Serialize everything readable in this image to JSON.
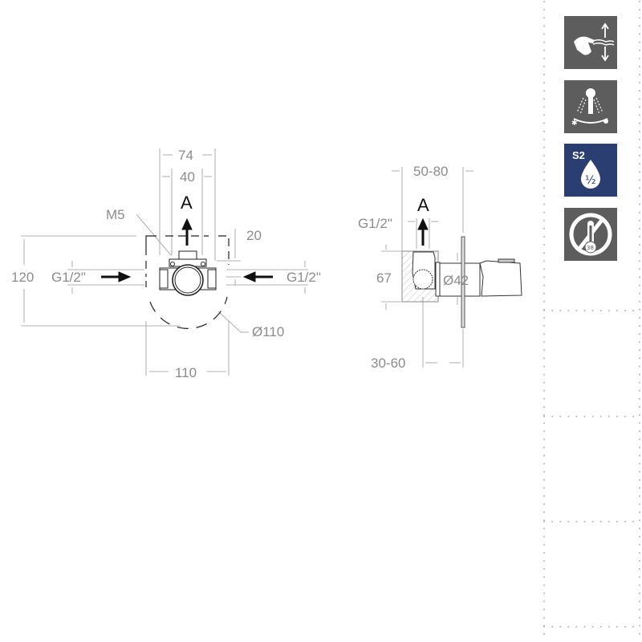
{
  "front_view": {
    "dim_width_outer": "74",
    "dim_width_inner": "40",
    "outlet_label": "A",
    "screw_label": "M5",
    "dim_top_offset": "20",
    "dim_height": "120",
    "inlet_left_label": "G1/2\"",
    "inlet_right_label": "G1/2\"",
    "dim_diameter": "Ø110",
    "dim_box_width": "110"
  },
  "side_view": {
    "dim_depth_range": "50-80",
    "outlet_label": "A",
    "outlet_thread": "G1/2\"",
    "dim_height": "67",
    "dim_diameter": "Ø42",
    "dim_wall_range": "30-60"
  },
  "feature_icons": [
    {
      "name": "hand-lever-control-icon",
      "bg": "#5d5d5d"
    },
    {
      "name": "shower-temperature-range-icon",
      "bg": "#5d5d5d"
    },
    {
      "name": "s2-water-saving-icon",
      "bg": "#2a3e72",
      "text": "S2",
      "fraction": "½"
    },
    {
      "name": "no-thermostat-icon",
      "bg": "#5d5d5d",
      "temp": "38"
    }
  ],
  "colors": {
    "dimension_text": "#8c8c8c",
    "line": "#9a9a9a",
    "drawing": "#1a1a1a",
    "tile_gray": "#5d5d5d",
    "tile_blue": "#2a3e72",
    "dots": "#b8b8b8"
  }
}
